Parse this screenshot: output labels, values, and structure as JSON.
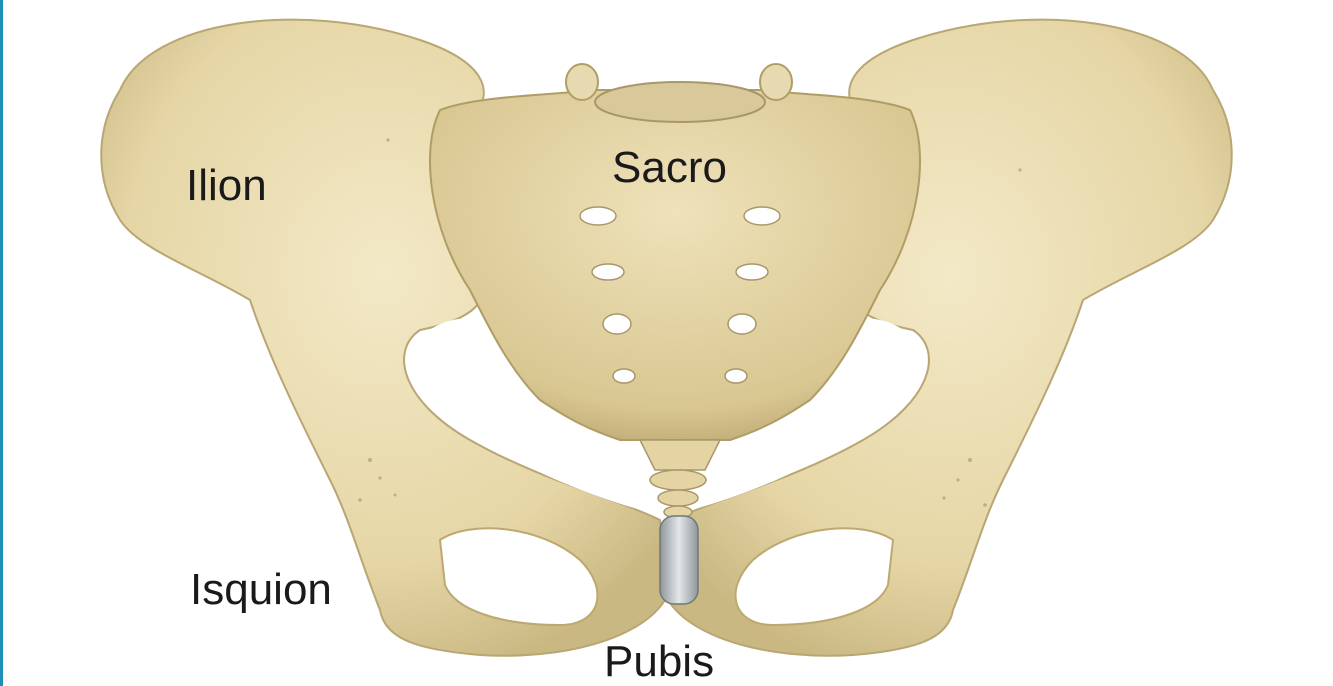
{
  "labels": {
    "ilion": "Ilion",
    "sacro": "Sacro",
    "isquion": "Isquion",
    "pubis": "Pubis"
  },
  "colors": {
    "bone": "#ecdfb5",
    "bone_shadow": "#c9b882",
    "bone_dark": "#a8976a",
    "cartilage": "#b9c0c4",
    "foramen": "#ffffff",
    "edge_bar": "#1f8fb8"
  }
}
